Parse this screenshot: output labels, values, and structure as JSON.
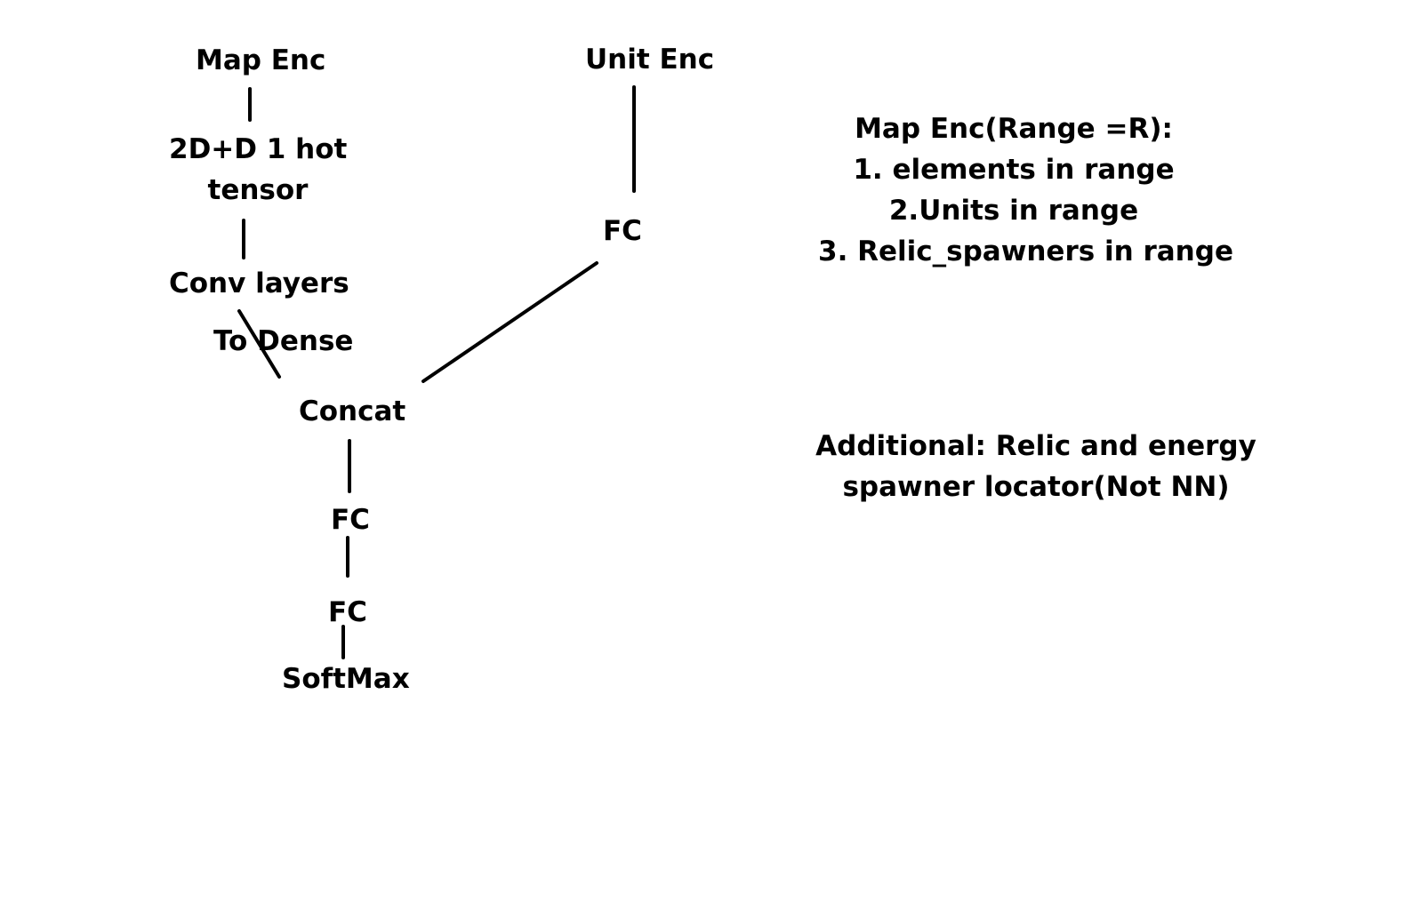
{
  "nodes": {
    "map_enc": "Map Enc",
    "unit_enc": "Unit Enc",
    "tensor_line1": "2D+D 1 hot",
    "tensor_line2": "tensor",
    "fc_unit": "FC",
    "conv_layers": "Conv layers",
    "to_dense": "To Dense",
    "concat": "Concat",
    "fc_1": "FC",
    "fc_2": "FC",
    "softmax": "SoftMax"
  },
  "notes": {
    "map_enc_title": "Map Enc(Range =R):",
    "map_enc_items": [
      "1. elements in range",
      "2.Units in range",
      "3. Relic_spawners in range"
    ],
    "additional_line1": "Additional: Relic and energy",
    "additional_line2": "spawner locator(Not NN)"
  },
  "colors": {
    "background": "#ffffff",
    "ink": "#000000"
  }
}
